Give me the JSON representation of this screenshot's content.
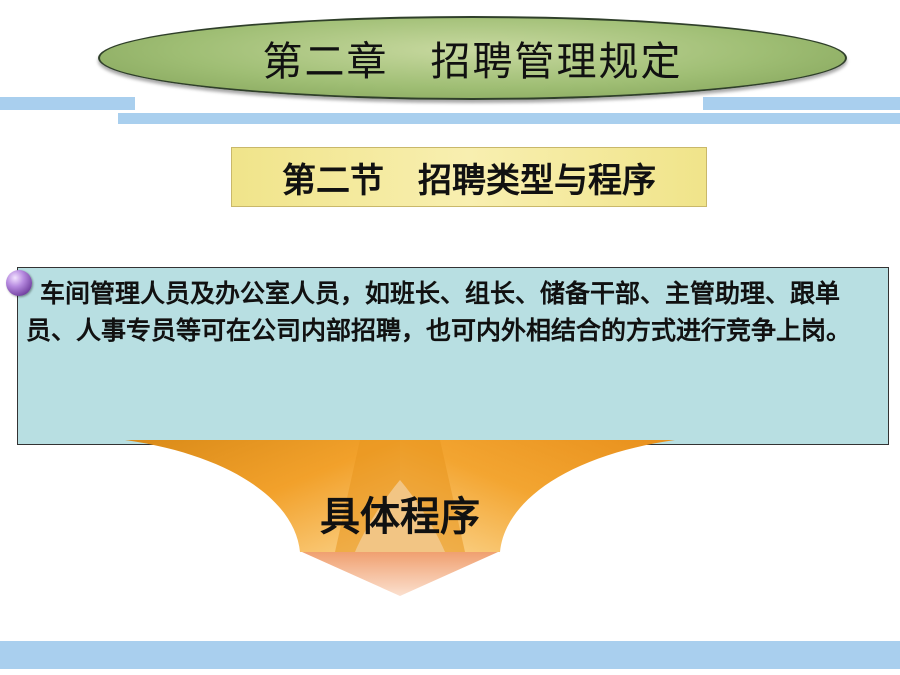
{
  "slide": {
    "title": "第二章　招聘管理规定",
    "section_title": "第二节　招聘类型与程序",
    "content_text": "车间管理人员及办公室人员，如班长、组长、储备干部、主管助理、跟单员、人事专员等可在公司内部招聘，也可内外相结合的方式进行竞争上岗。",
    "funnel_label": "具体程序"
  },
  "colors": {
    "title_fill": "#9fbe74",
    "section_fill": "#f0e48a",
    "content_fill": "#b8dfe2",
    "funnel_orange": "#f09a1e",
    "bar_blue": "#a9cfee"
  }
}
